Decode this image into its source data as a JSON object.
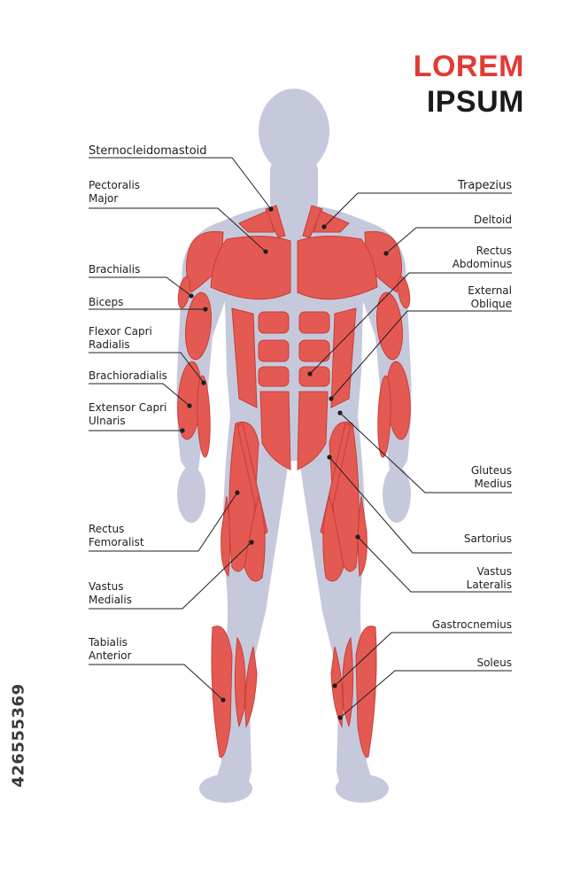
{
  "colors": {
    "silhouette": "#c6c9dc",
    "muscle": "#e45a52",
    "muscle_dark": "#c73e38",
    "leader": "#1e1e1e",
    "title_accent": "#e23b34",
    "title_dark": "#1b1b1b"
  },
  "title": {
    "line1": "LOREM",
    "line2": "IPSUM"
  },
  "labels": {
    "sternocleidomastoid": "Sternocleidomastoid",
    "pectoralis_major": "Pectoralis\nMajor",
    "brachialis": "Brachialis",
    "biceps": "Biceps",
    "flexor_capri_radialis": "Flexor Capri\nRadialis",
    "brachioradialis": "Brachioradialis",
    "extensor_capri_ulnaris": "Extensor Capri\nUlnaris",
    "rectus_femoralist": "Rectus\nFemoralist",
    "vastus_medialis": "Vastus\nMedialis",
    "tabialis_anterior": "Tabialis\nAnterior",
    "trapezius": "Trapezius",
    "deltoid": "Deltoid",
    "rectus_abdominus": "Rectus\nAbdominus",
    "external_oblique": "External\nOblique",
    "gluteus_medius": "Gluteus\nMedius",
    "sartorius": "Sartorius",
    "vastus_lateralis": "Vastus\nLateralis",
    "gastrocnemius": "Gastrocnemius",
    "soleus": "Soleus"
  },
  "stock_id": "426555369"
}
